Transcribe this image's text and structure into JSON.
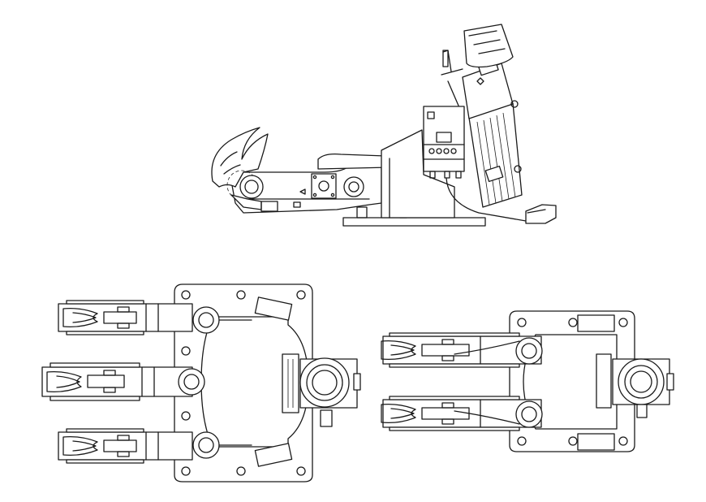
{
  "drawing": {
    "views": [
      "side-elevation",
      "top-view-three-arm",
      "top-view-two-arm"
    ],
    "line_color": "#1a1a1a",
    "background": "#ffffff"
  }
}
